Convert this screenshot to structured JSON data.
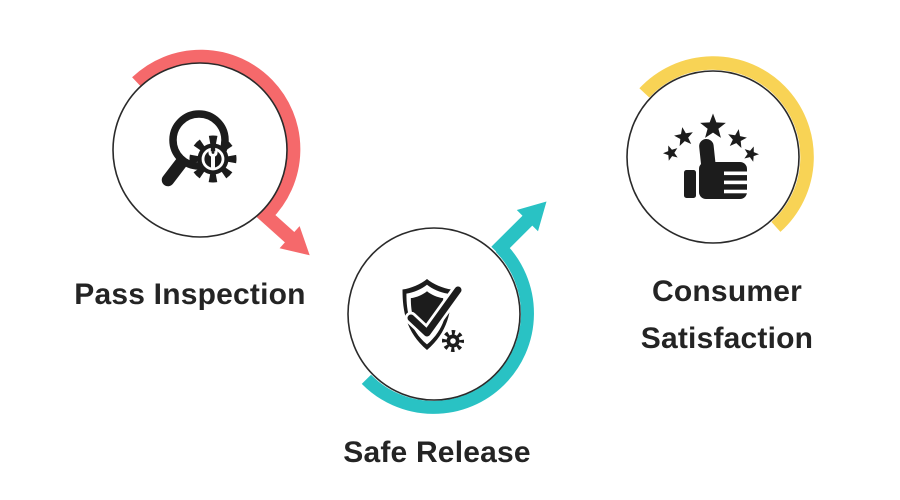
{
  "diagram": {
    "type": "process-flow-infographic",
    "background_color": "#ffffff",
    "colors": {
      "ink": "#1c1c1c",
      "outline": "#2a2a2a",
      "label_text": "#242424",
      "red": "#F5696B",
      "teal": "#29C2C4",
      "yellow": "#F8D355"
    },
    "steps": [
      {
        "label": "Pass Inspection",
        "icon": "magnifier-gear-inspection",
        "accent_color": "#F5696B",
        "arrow": "down-right-to-step-2"
      },
      {
        "label": "Safe Release",
        "icon": "shield-checkmark-gear",
        "accent_color": "#29C2C4",
        "arrow": "up-right-to-step-3"
      },
      {
        "label": "Consumer Satisfaction",
        "icon": "thumbs-up-five-stars",
        "accent_color": "#F8D355",
        "arrow": "none"
      }
    ]
  }
}
